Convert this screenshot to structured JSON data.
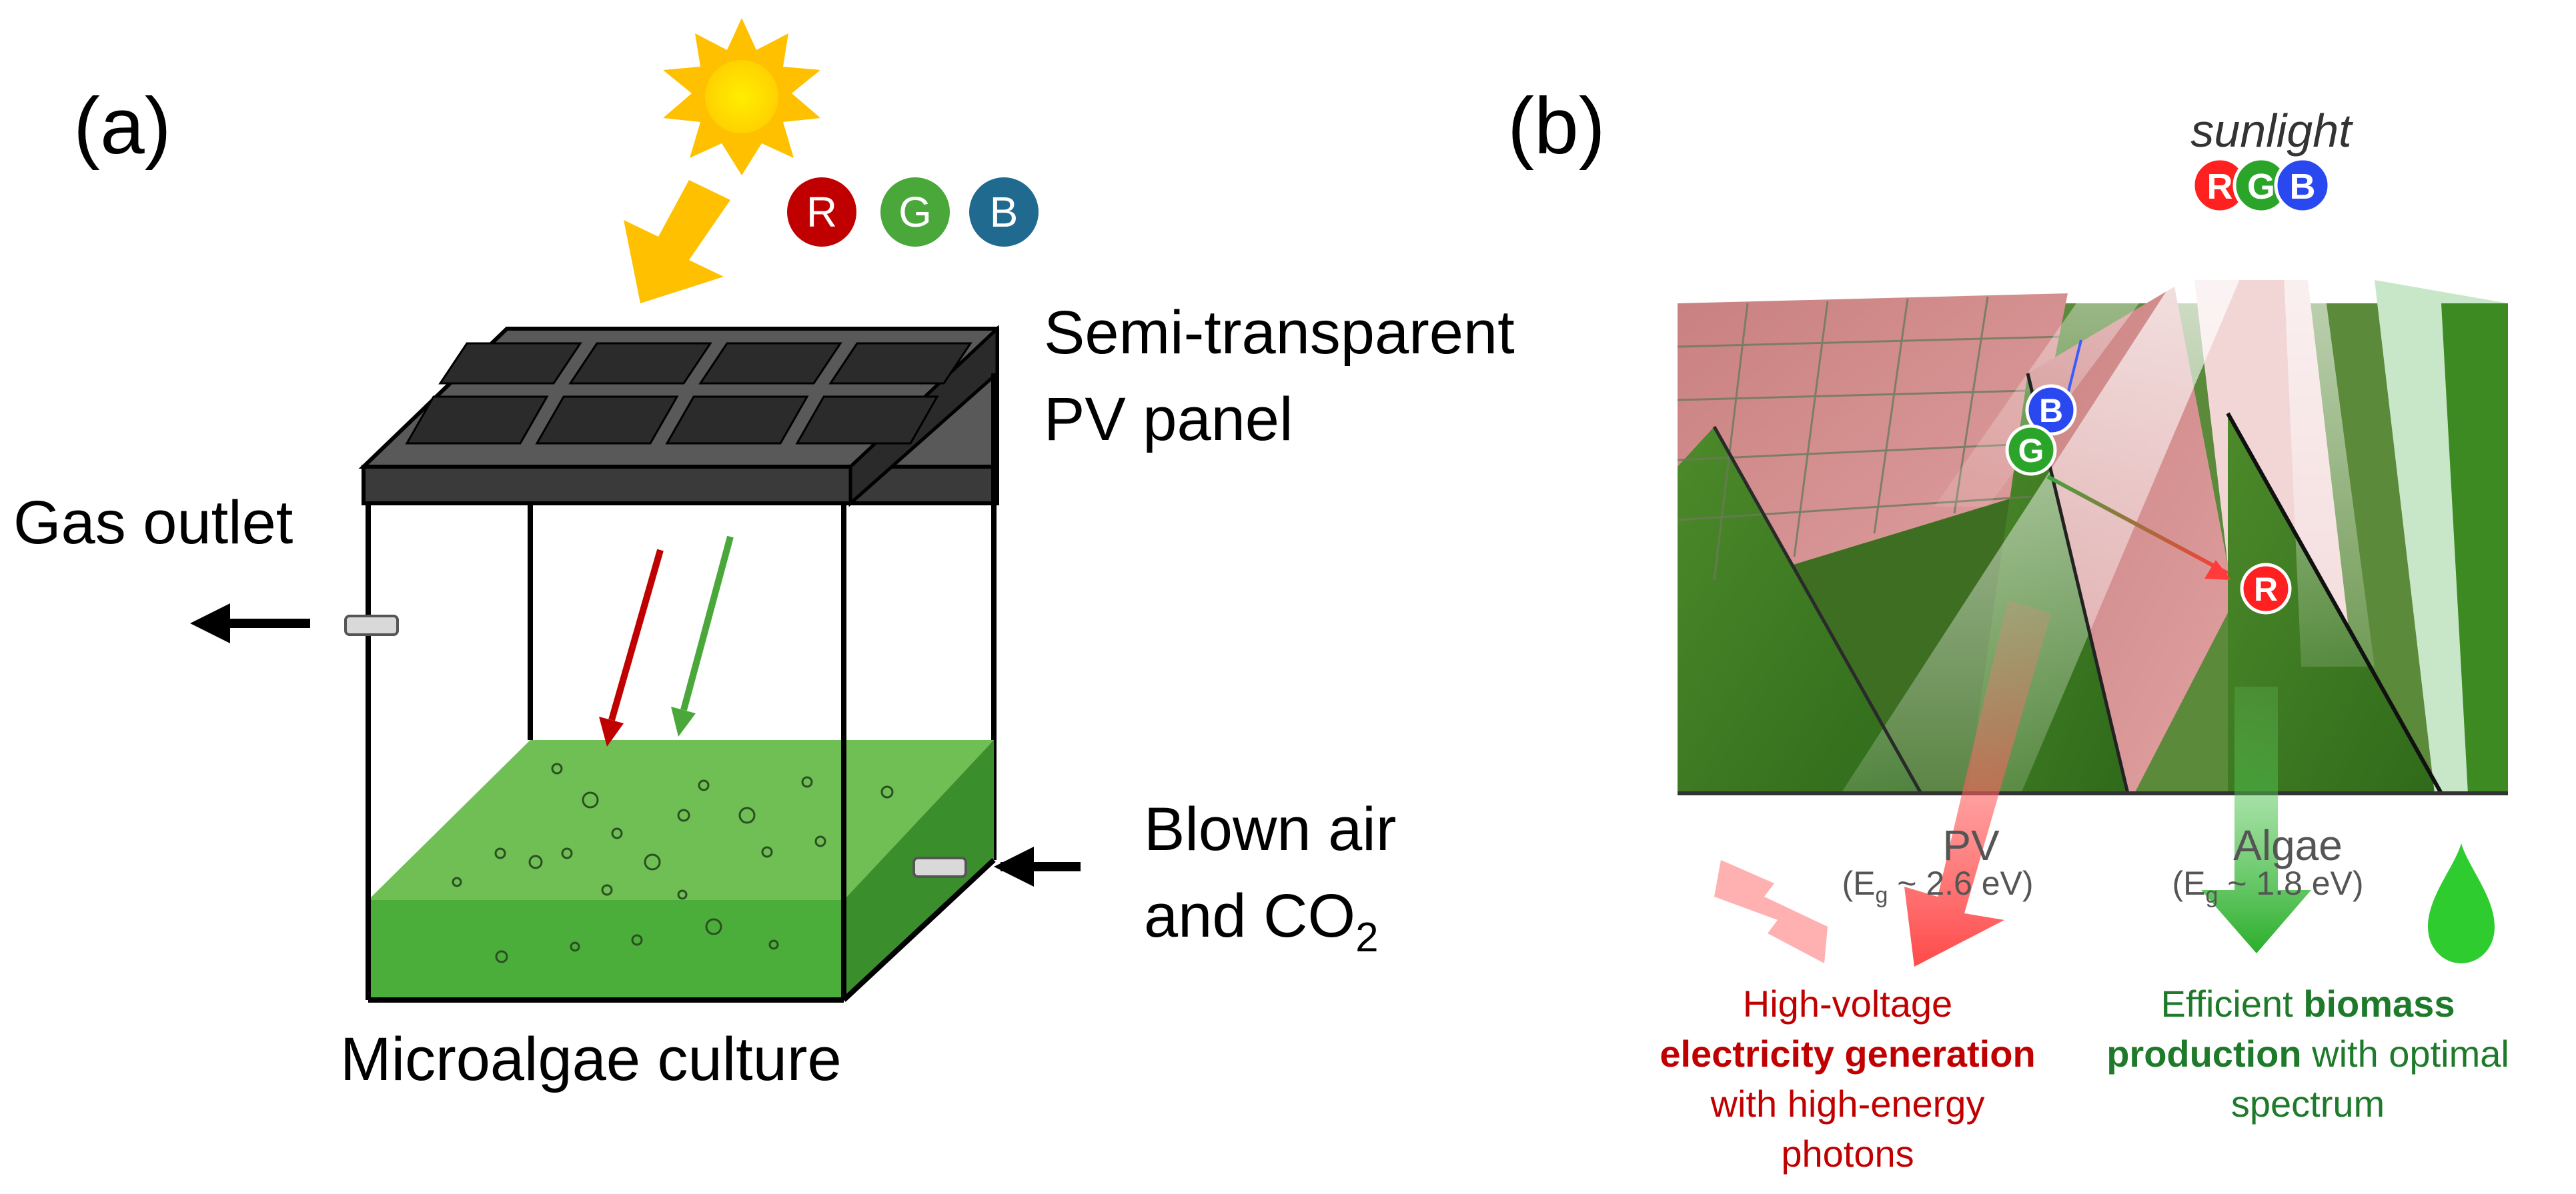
{
  "panel_a": {
    "label": "(a)",
    "rgb": {
      "r": "R",
      "g": "G",
      "b": "B"
    },
    "pv_panel_line1": "Semi-transparent",
    "pv_panel_line2": "PV panel",
    "gas_outlet": "Gas outlet",
    "blown_air_line1": "Blown air",
    "blown_air_line2_text": "and CO",
    "blown_air_line2_sub": "2",
    "culture_label": "Microalgae culture"
  },
  "panel_b": {
    "label": "(b)",
    "sunlight": "sunlight",
    "rgb": {
      "r": "R",
      "g": "G",
      "b": "B"
    },
    "pv_title": "PV",
    "pv_eg_prefix": "(E",
    "pv_eg_sub": "g",
    "pv_eg_value": " ~ 2.6 eV)",
    "algae_title": "Algae",
    "algae_eg_prefix": "(E",
    "algae_eg_sub": "g",
    "algae_eg_value": " ~ 1.8 eV)",
    "pv_caption": {
      "line1": "High-voltage",
      "line2": "electricity generation",
      "line3": "with high-energy",
      "line4": "photons"
    },
    "algae_caption": {
      "line1_plain": "Efficient ",
      "line1_bold": "biomass",
      "line2_bold": "production",
      "line2_plain": " with optimal",
      "line3": "spectrum"
    }
  },
  "colors": {
    "red": "#c00000",
    "green": "#4aa83a",
    "blue": "#1f6a8e",
    "sun": "#ffc000",
    "culture": "#4cae3a",
    "pv_caption": "#c00000",
    "algae_caption": "#1e7a2a"
  }
}
